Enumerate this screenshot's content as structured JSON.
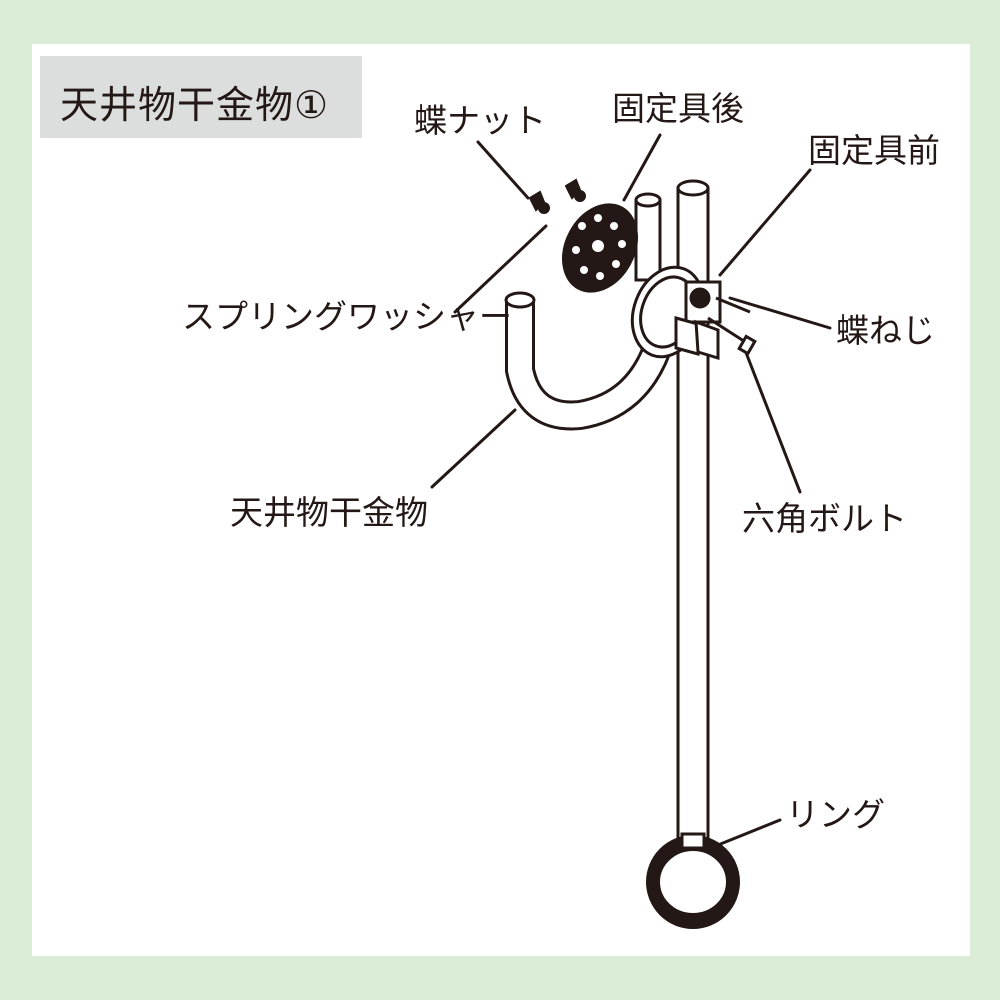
{
  "title": "天井物干金物①",
  "labels": {
    "wing_nut": "蝶ナット",
    "fixture_rear": "固定具後",
    "fixture_front": "固定具前",
    "spring_washer": "スプリングワッシャー",
    "wing_screw": "蝶ねじ",
    "ceiling_hanger": "天井物干金物",
    "hex_bolt": "六角ボルト",
    "ring": "リング"
  },
  "colors": {
    "background": "#dcedd7",
    "panel": "#ffffff",
    "title_box": "#dcdddd",
    "ink": "#231815"
  }
}
